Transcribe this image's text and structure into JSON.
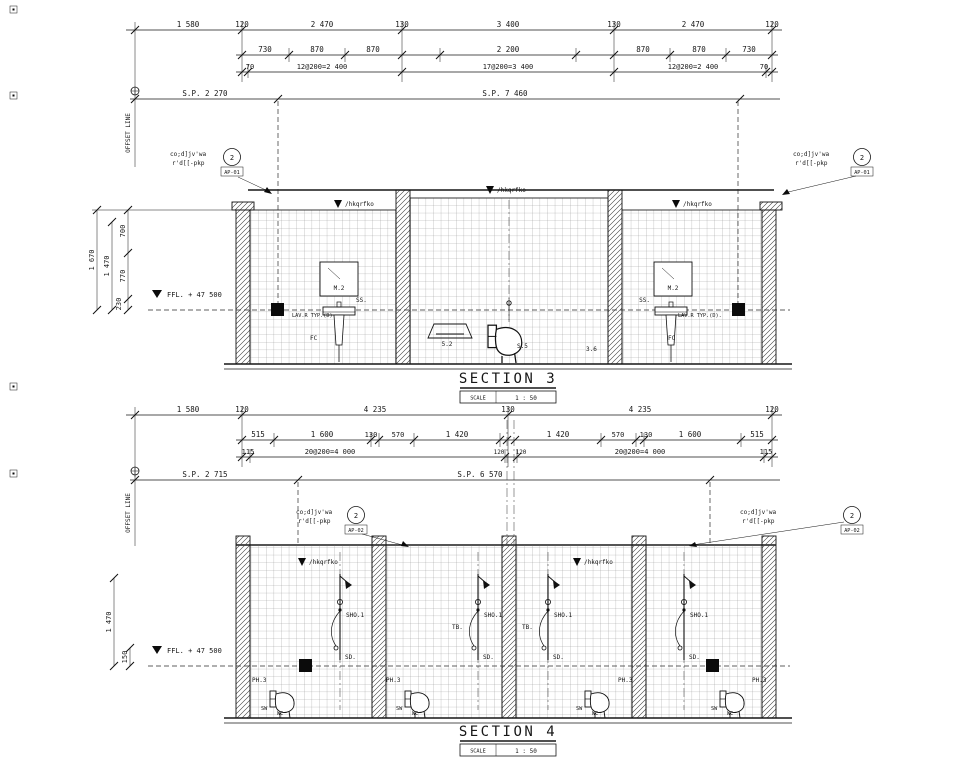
{
  "shared": {
    "offset_line": "OFFSET LINE",
    "ffl": "FFL. + 47 500",
    "finish_label": "/hkqrfko",
    "callout": {
      "num": "2",
      "text1": "co;d]jv'wa",
      "text2": "r'd[[-pkp"
    },
    "scale_label": "SCALE",
    "scale_value": "1 : 50"
  },
  "s3": {
    "title": "SECTION  3",
    "callout_ref": "AP-01",
    "sp": [
      "S.P. 2 270",
      "S.P. 7 460"
    ],
    "row1": [
      "1 580",
      "120",
      "2 470",
      "130",
      "3 400",
      "130",
      "2 470",
      "120"
    ],
    "row2": [
      "730",
      "870",
      "870",
      "2 200",
      "870",
      "870",
      "730"
    ],
    "row3": [
      "70",
      "12@200=2 400",
      "17@200=3 400",
      "12@200=2 400",
      "70"
    ],
    "left": [
      "1 670",
      "1 470",
      "700",
      "770",
      "230"
    ],
    "labels": {
      "mirror": "M.2",
      "sink_tag": "SS.",
      "lav": "LAV.R TYP.(D).",
      "fc": "FC",
      "pan_tag": "5.2",
      "toilet_tag": "S.5",
      "wall_tag": "3.6"
    }
  },
  "s4": {
    "title": "SECTION  4",
    "callout_ref": "AP-02",
    "sp": [
      "S.P. 2 715",
      "S.P. 6 570"
    ],
    "row1": [
      "1 580",
      "120",
      "4 235",
      "130",
      "4 235",
      "120"
    ],
    "row2": [
      "515",
      "1 600",
      "130",
      "570",
      "1 420",
      "1 420",
      "570",
      "130",
      "1 600",
      "515"
    ],
    "row3": [
      "115",
      "20@200=4 000",
      "120",
      "120",
      "20@200=4 000",
      "115"
    ],
    "left": [
      "1 470",
      "150"
    ],
    "labels": {
      "shower": "SHO.1",
      "tb": "TB.",
      "sd": "SD.",
      "ph": "PH.3",
      "sw": "SW",
      "wc": "WC"
    }
  }
}
